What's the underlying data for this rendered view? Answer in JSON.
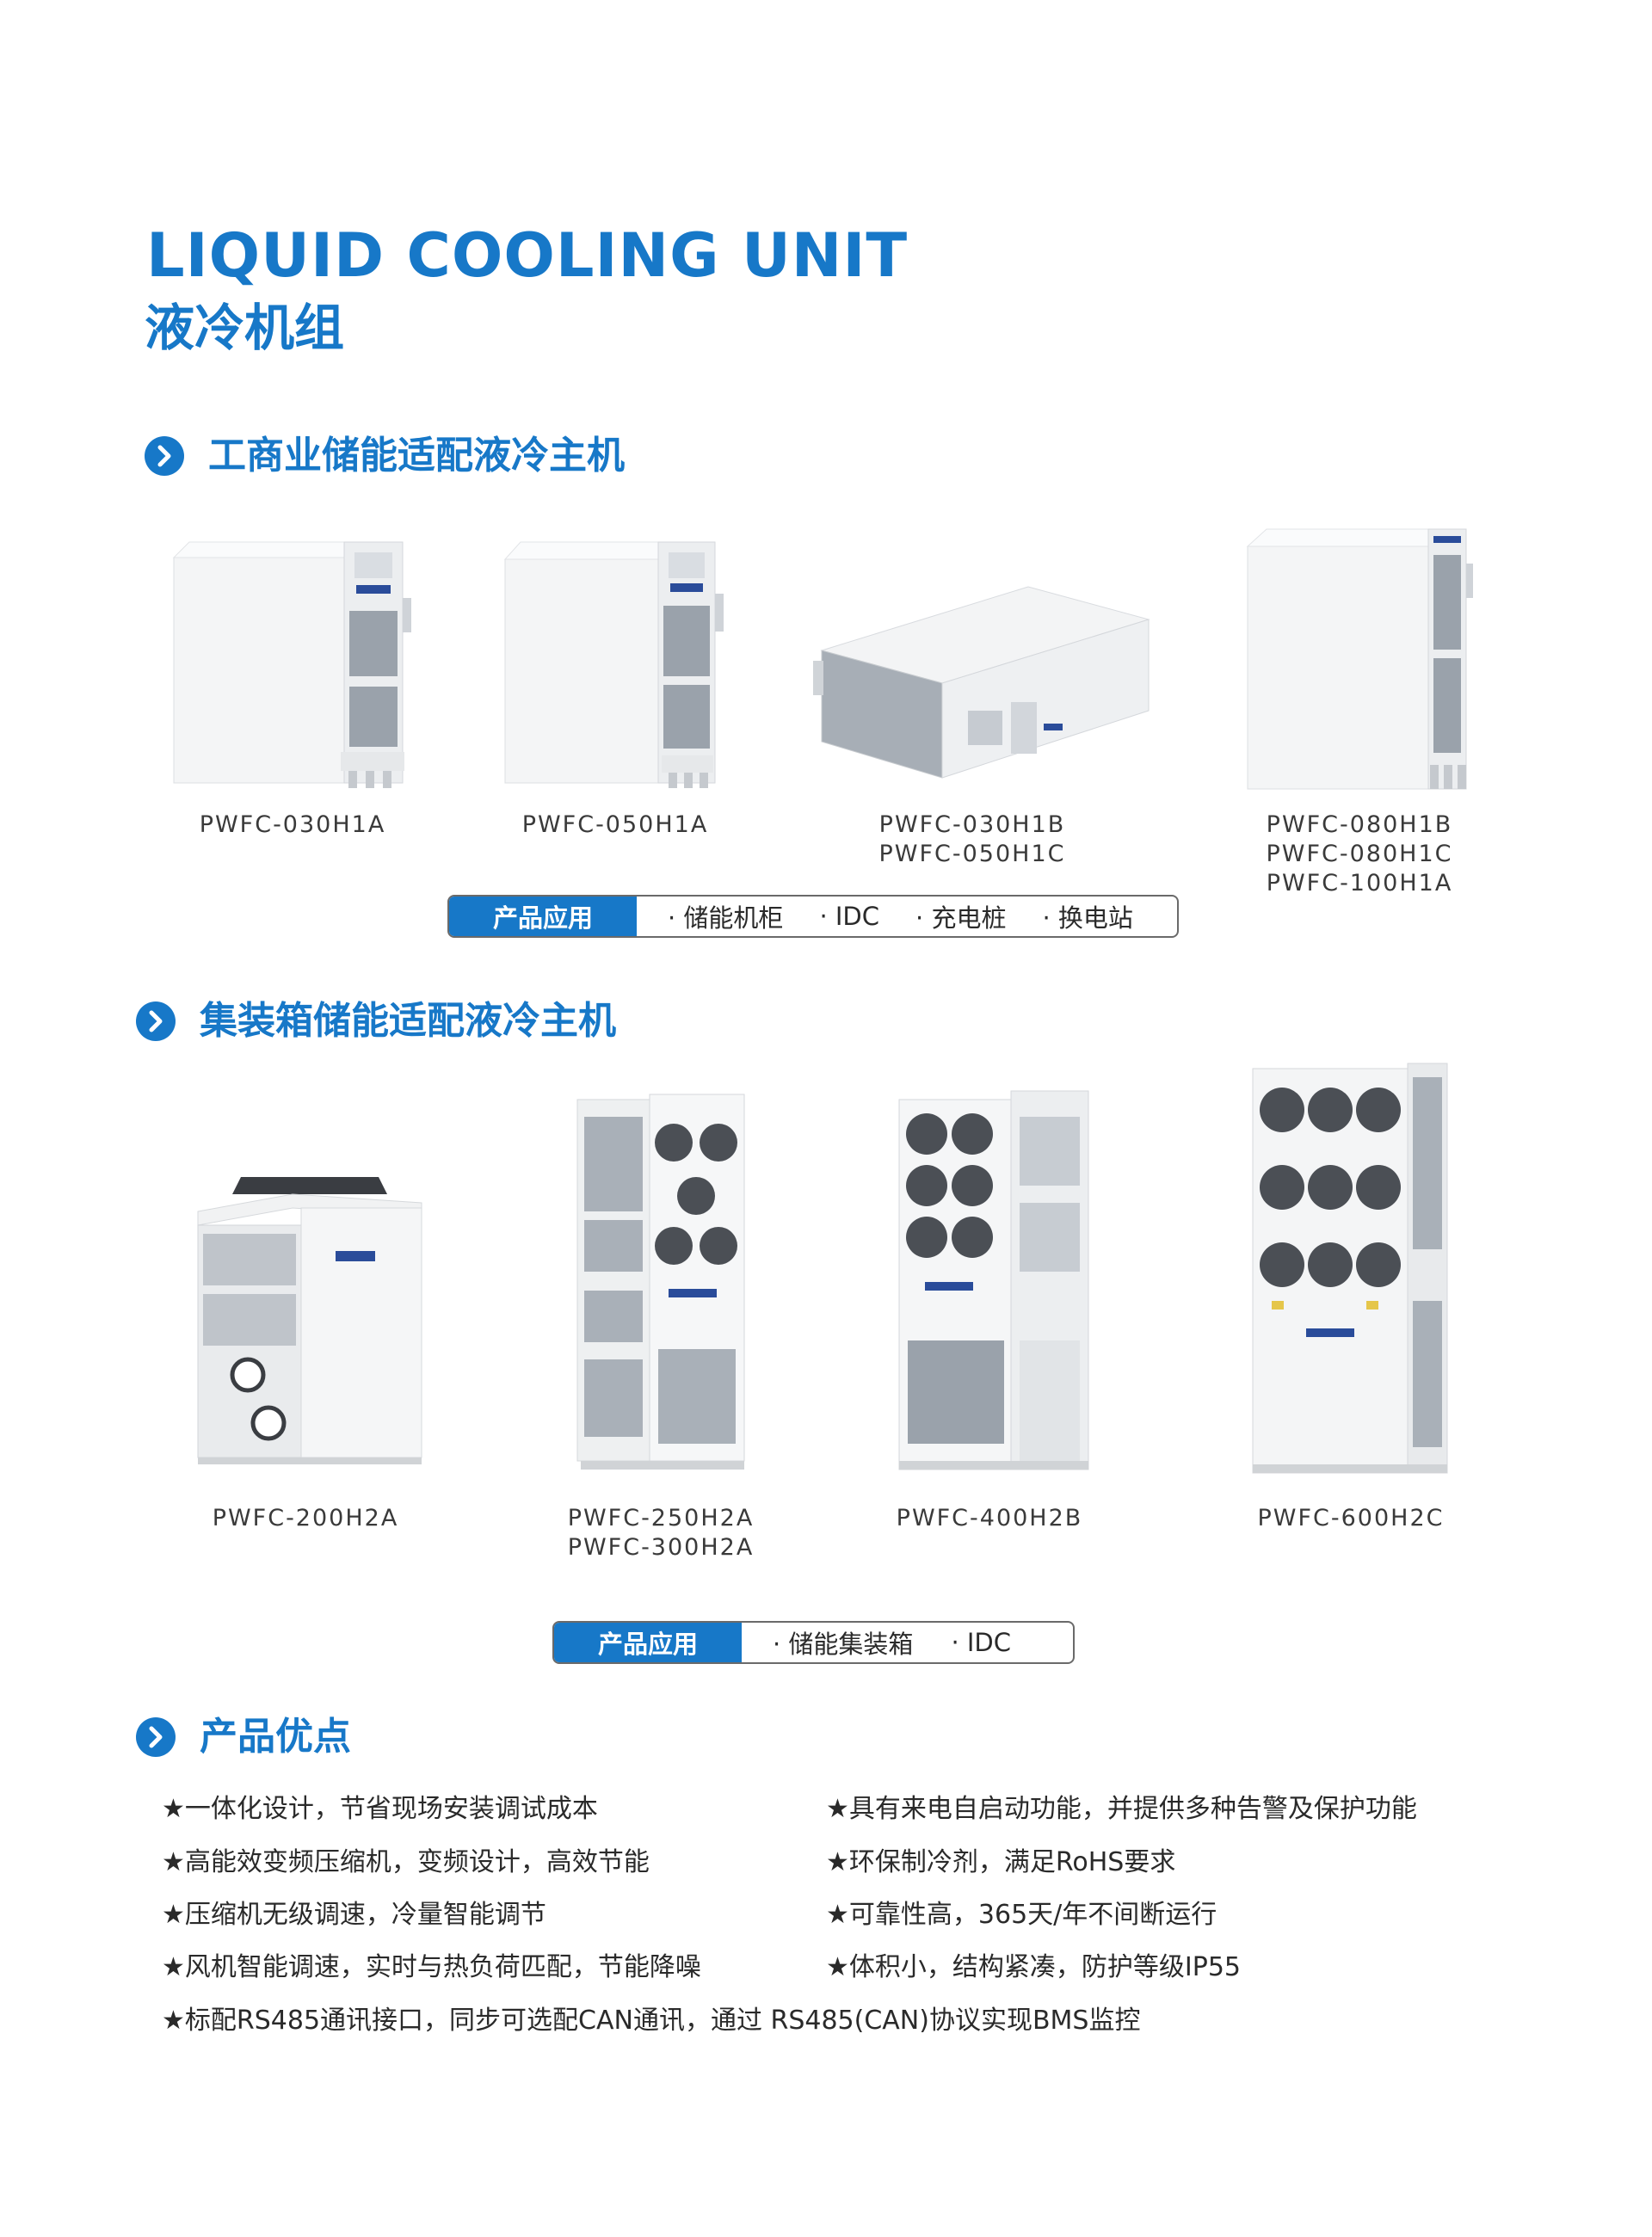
{
  "header": {
    "title_en": "LIQUID COOLING UNIT",
    "title_cn": "液冷机组"
  },
  "colors": {
    "accent": "#1778c8"
  },
  "section1": {
    "title": "工商业储能适配液冷主机",
    "products": [
      {
        "lines": [
          "PWFC-030H1A"
        ]
      },
      {
        "lines": [
          "PWFC-050H1A"
        ]
      },
      {
        "lines": [
          "PWFC-030H1B",
          "PWFC-050H1C"
        ]
      },
      {
        "lines": [
          "PWFC-080H1B",
          "PWFC-080H1C",
          "PWFC-100H1A"
        ]
      }
    ],
    "application": {
      "label": "产品应用",
      "items": [
        "· 储能机柜",
        "· IDC",
        "· 充电桩",
        "· 换电站"
      ]
    }
  },
  "section2": {
    "title": "集装箱储能适配液冷主机",
    "products": [
      {
        "lines": [
          "PWFC-200H2A"
        ]
      },
      {
        "lines": [
          "PWFC-250H2A",
          "PWFC-300H2A"
        ]
      },
      {
        "lines": [
          "PWFC-400H2B"
        ]
      },
      {
        "lines": [
          "PWFC-600H2C"
        ]
      }
    ],
    "application": {
      "label": "产品应用",
      "items": [
        "· 储能集装箱",
        "· IDC"
      ]
    }
  },
  "section3": {
    "title": "产品优点",
    "left": [
      "★一体化设计，节省现场安装调试成本",
      "★高能效变频压缩机，变频设计，高效节能",
      "★压缩机无级调速，冷量智能调节",
      "★风机智能调速，实时与热负荷匹配，节能降噪"
    ],
    "right": [
      "★具有来电自启动功能，并提供多种告警及保护功能",
      "★环保制冷剂，满足RoHS要求",
      "★可靠性高，365天/年不间断运行",
      "★体积小，结构紧凑，防护等级IP55"
    ],
    "full": "★标配RS485通讯接口，同步可选配CAN通讯，通过 RS485(CAN)协议实现BMS监控"
  }
}
